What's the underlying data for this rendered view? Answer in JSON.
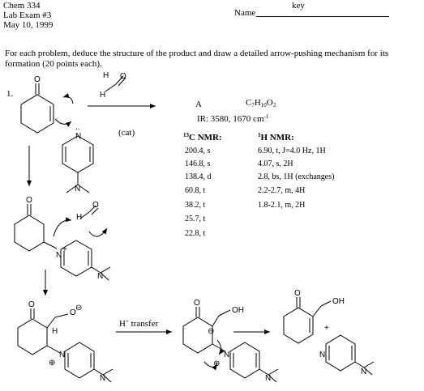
{
  "header": {
    "course": "Chem 334",
    "exam": "Lab Exam #3",
    "date": "May 10, 1999",
    "name_label": "Name",
    "name_value": "key"
  },
  "instructions": "For each problem, deduce the structure of the product and draw a detailed arrow-pushing mechanism for its formation (20 points each).",
  "problem": {
    "number": "1.",
    "catalyst": "(cat)",
    "product_label": "A",
    "formula": {
      "C": "C",
      "c_sub": "7",
      "H": "H",
      "h_sub": "10",
      "O": "O",
      "o_sub": "2"
    },
    "ir": {
      "text": "IR: 3580, 1670 cm",
      "exp": "-1"
    },
    "c13_header": {
      "sup": "13",
      "text": "C NMR:"
    },
    "h1_header": {
      "sup": "1",
      "text": "H NMR:"
    },
    "c13_peaks": [
      "200.4, s",
      "146.8, s",
      "138.4, d",
      "60.8, t",
      "38.2, t",
      "25.7, t",
      "22.8, t"
    ],
    "h1_peaks": [
      "6.90, t, J=4.0 Hz, 1H",
      "4.07, s, 2H",
      "2.8, bs, 1H (exchanges)",
      "2.2-2.7, m, 4H",
      "1.8-2.1, m, 2H"
    ],
    "transfer": {
      "sup": "+",
      "text": " transfer",
      "H": "H"
    }
  },
  "atoms": {
    "O": "O",
    "H": "H",
    "N": "N",
    "OH": "OH",
    "plus": "+",
    "plus_circled": "⊕",
    "minus_circled": "⊖",
    "lone_pair": ".."
  }
}
